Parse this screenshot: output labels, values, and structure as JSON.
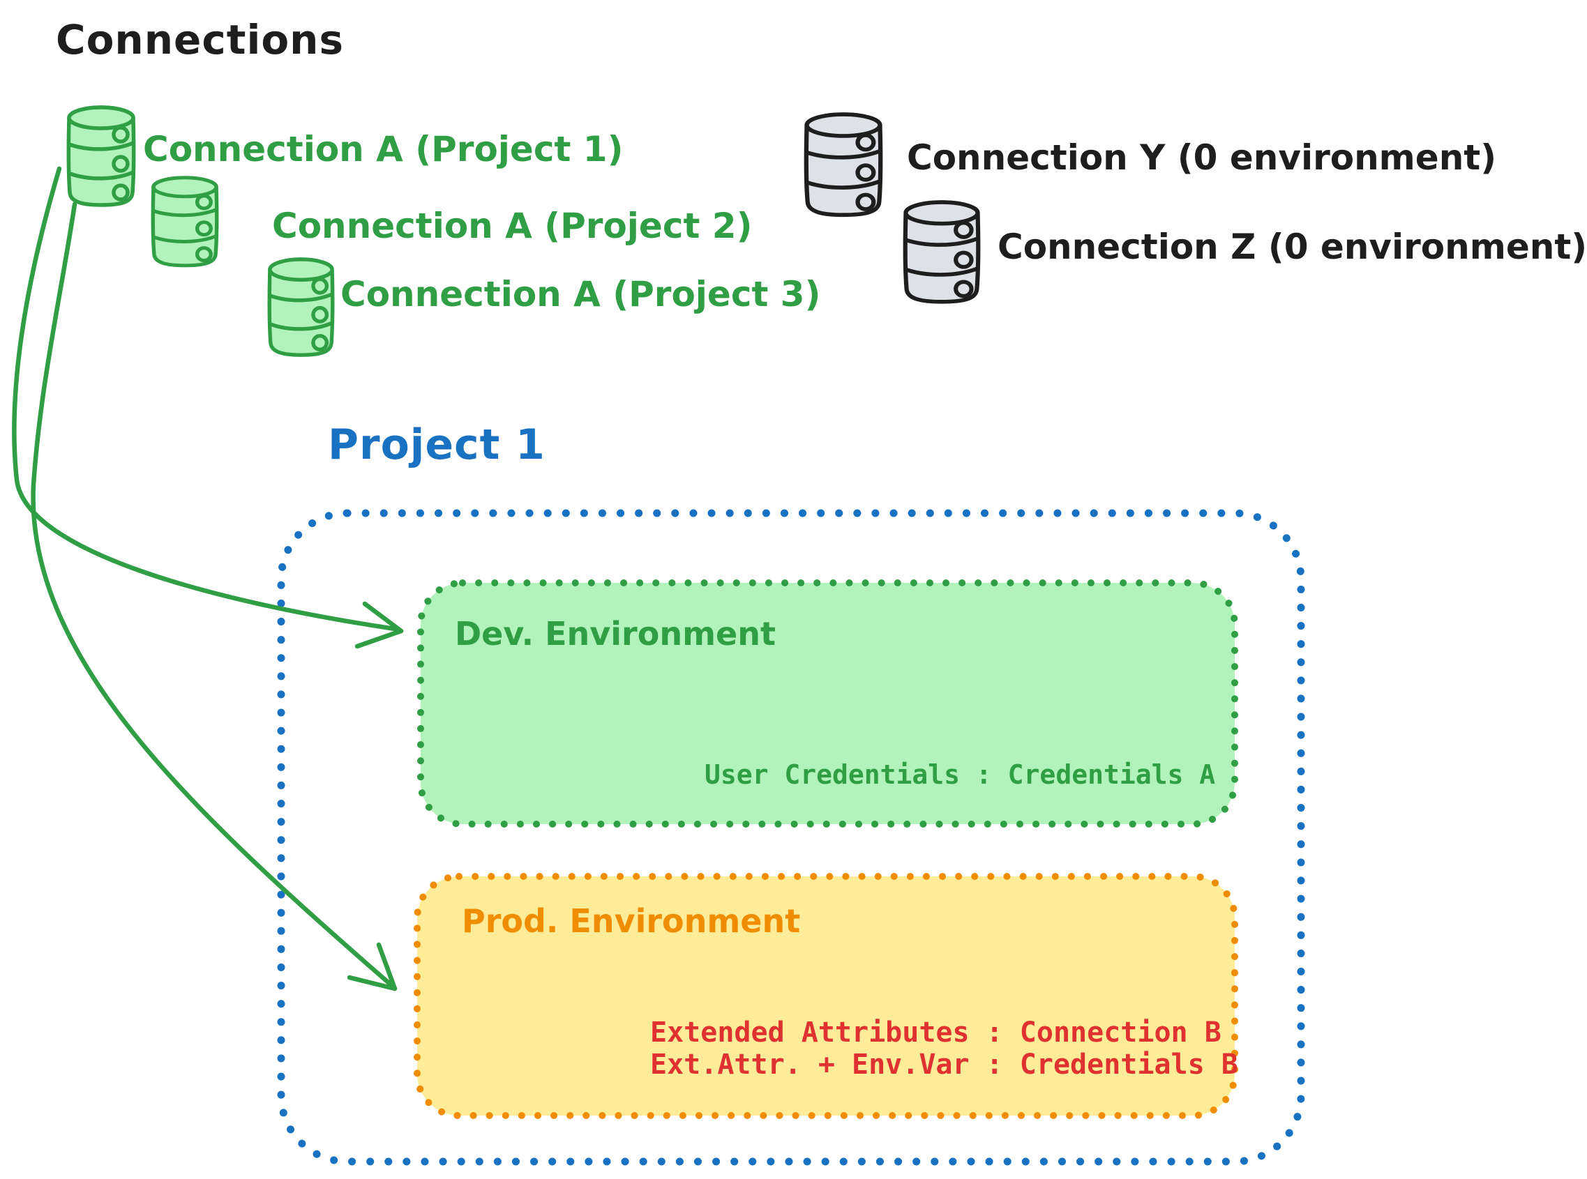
{
  "diagram_title": "Connections",
  "project_connections": [
    {
      "label": "Connection A (Project 1)"
    },
    {
      "label": "Connection A (Project 2)"
    },
    {
      "label": "Connection A (Project 3)"
    }
  ],
  "orphan_connections": [
    {
      "label": "Connection Y (0 environment)"
    },
    {
      "label": "Connection Z (0 environment)"
    }
  ],
  "project": {
    "title": "Project 1",
    "dev_environment": {
      "title": "Dev. Environment",
      "credentials_line": "User Credentials : Credentials A"
    },
    "prod_environment": {
      "title": "Prod. Environment",
      "mapping_line_1": "Extended Attributes : Connection B",
      "mapping_line_2": "Ext.Attr. + Env.Var : Credentials B"
    }
  },
  "icons": {
    "connection": "database-cylinder-icon"
  },
  "colors": {
    "ink": "#1e1e1e",
    "green_stroke": "#2f9e44",
    "green_fill": "#b2f2bb",
    "orange_stroke": "#f08c00",
    "orange_fill": "#ffec99",
    "blue_stroke": "#1971c2",
    "red_text": "#e03131",
    "gray_fill": "#dee2e6"
  }
}
